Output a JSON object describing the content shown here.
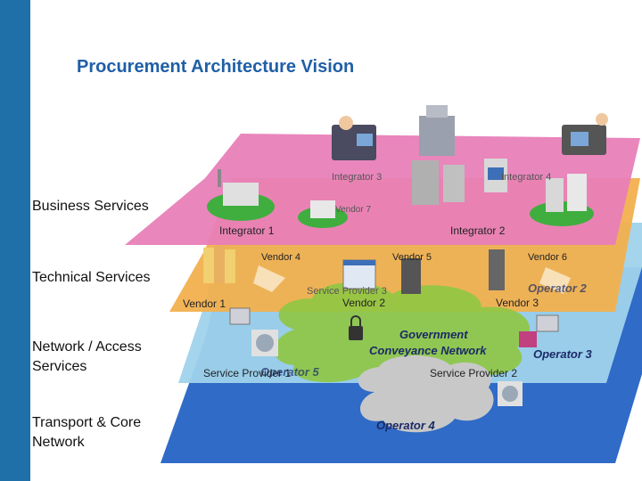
{
  "title": "Procurement Architecture Vision",
  "layers": {
    "business": "Business Services",
    "technical": "Technical Services",
    "network_line1": "Network / Access",
    "network_line2": "Services",
    "transport_line1": "Transport & Core",
    "transport_line2": "Network"
  },
  "business_layer": {
    "integrator_1": "Integrator 1",
    "integrator_2": "Integrator 2",
    "integrator_3": "Integrator 3",
    "integrator_4": "Integrator 4",
    "vendor_7": "Vendor 7"
  },
  "technical_layer": {
    "vendor_1": "Vendor 1",
    "vendor_2": "Vendor 2",
    "vendor_3": "Vendor 3",
    "vendor_4": "Vendor 4",
    "vendor_5": "Vendor 5",
    "vendor_6": "Vendor 6",
    "service_provider_3": "Service Provider 3",
    "operator_2": "Operator 2"
  },
  "network_layer": {
    "government_network_line1": "Government",
    "government_network_line2": "Conveyance Network",
    "service_provider_1": "Service Provider 1",
    "service_provider_2": "Service Provider 2",
    "operator_5": "Operator 5",
    "operator_3": "Operator 3"
  },
  "transport_layer": {
    "operator_4": "Operator 4"
  },
  "colors": {
    "business": "#e87fb8",
    "technical": "#f2b04e",
    "network": "#9fd3ec",
    "transport": "#2f6bc7",
    "cloud": "#8fc642"
  }
}
